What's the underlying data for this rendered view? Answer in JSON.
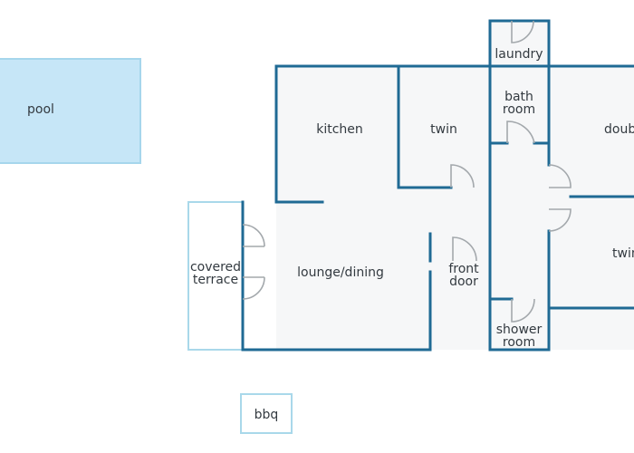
{
  "colors": {
    "wall": "#1f6a94",
    "light_wall": "#a9d8ea",
    "pool_fill": "#c6e6f7",
    "pool_border": "#a6d6ec",
    "floor": "#f6f7f8",
    "door": "#a3a8ac",
    "text": "#333a40"
  },
  "rooms": {
    "pool": "pool",
    "kitchen": "kitchen",
    "twin_top": "twin",
    "laundry": "laundry",
    "bathroom_line1": "bath",
    "bathroom_line2": "room",
    "double": "double",
    "covered_terrace_line1": "covered",
    "covered_terrace_line2": "terrace",
    "lounge_dining": "lounge/dining",
    "front_door_line1": "front",
    "front_door_line2": "door",
    "shower_room_line1": "shower",
    "shower_room_line2": "room",
    "twin_right": "twin",
    "bbq": "bbq"
  }
}
